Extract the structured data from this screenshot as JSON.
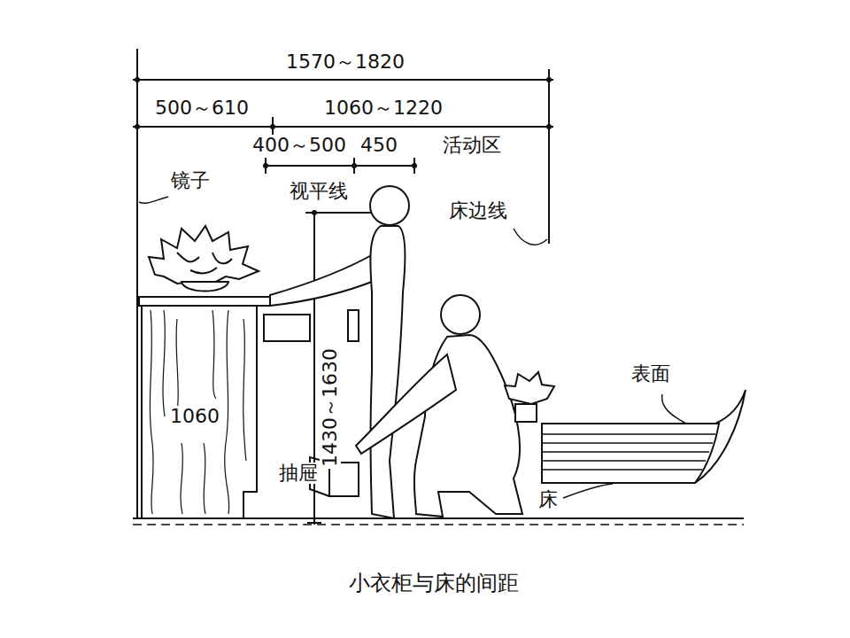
{
  "diagram": {
    "caption": "小衣柜与床的间距",
    "labels": [
      "1570～1820",
      "500～610",
      "1060～1220",
      "400～500",
      "450",
      "活动区",
      "镜子",
      "视平线",
      "床边线",
      "1430～1630",
      "1060",
      "抽屉",
      "表面",
      "床"
    ]
  }
}
